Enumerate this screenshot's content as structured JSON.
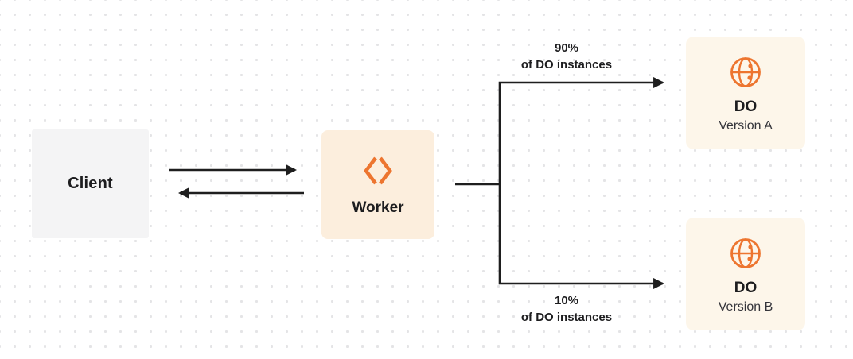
{
  "nodes": {
    "client": {
      "label": "Client"
    },
    "worker": {
      "label": "Worker"
    },
    "do_a": {
      "title": "DO",
      "subtitle": "Version A"
    },
    "do_b": {
      "title": "DO",
      "subtitle": "Version B"
    }
  },
  "branches": {
    "a": {
      "percent": "90%",
      "caption": "of DO instances"
    },
    "b": {
      "percent": "10%",
      "caption": "of DO instances"
    }
  },
  "icons": {
    "worker_icon": "workers-chevrons-icon",
    "do_icon": "durable-object-globe-icon"
  },
  "colors": {
    "accent_orange": "#ED752F",
    "client_bg": "#F4F4F5",
    "worker_bg": "#FCEEDD",
    "do_bg": "#FDF6EA",
    "arrow": "#1E1E1E",
    "text": "#1D1D1F",
    "dot_grid": "#E4E4E6"
  }
}
